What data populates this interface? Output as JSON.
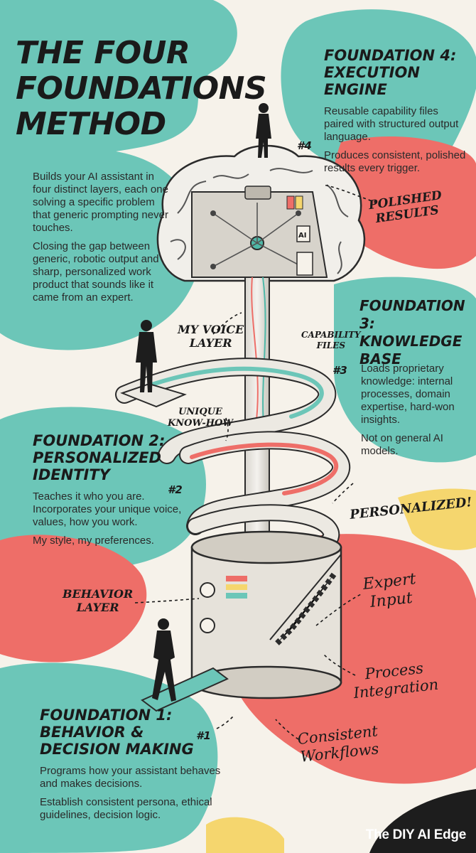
{
  "title": {
    "line1": "THE FOUR",
    "line2": "FOUNDATIONS",
    "line3": "METHOD"
  },
  "intro": {
    "p1": "Builds your AI assistant in four distinct layers, each one solving a specific problem that generic prompting never touches.",
    "p2": "Closing the gap between generic, robotic output and sharp, personalized work product that sounds like it came from an expert."
  },
  "foundation4": {
    "heading_line1": "FOUNDATION 4:",
    "heading_line2": "EXECUTION ENGINE",
    "p1": "Reusable capability files paired with structured output language.",
    "p2": "Produces consistent, polished results every trigger.",
    "badge": "#4"
  },
  "foundation3": {
    "heading_line1": "FOUNDATION 3:",
    "heading_line2": "KNOWLEDGE",
    "heading_line3": "BASE",
    "p1": "Loads proprietary knowledge: internal processes, domain expertise, hard-won insights.",
    "p2": "Not on general AI models.",
    "badge": "#3"
  },
  "foundation2": {
    "heading_line1": "FOUNDATION 2:",
    "heading_line2": "PERSONALIZED",
    "heading_line3": "IDENTITY",
    "p1": "Teaches it who you are. Incorporates your unique voice, values, how you work.",
    "p2": "My style, my preferences.",
    "badge": "#2"
  },
  "foundation1": {
    "heading_line1": "FOUNDATION 1:",
    "heading_line2": "BEHAVIOR &",
    "heading_line3": "DECISION MAKING",
    "p1": "Programs how your assistant behaves and makes decisions.",
    "p2": "Establish consistent persona, ethical guidelines, decision logic.",
    "badge": "#1"
  },
  "annotations": {
    "polished_l1": "POLISHED",
    "polished_l2": "RESULTS",
    "voice_l1": "MY VOICE",
    "voice_l2": "LAYER",
    "capability_l1": "CAPABILITY",
    "capability_l2": "FILES",
    "knowhow_l1": "UNIQUE",
    "knowhow_l2": "KNOW-HOW",
    "personalized": "PERSONALIZED!",
    "behavior_l1": "BEHAVIOR",
    "behavior_l2": "LAYER",
    "expert_l1": "Expert",
    "expert_l2": "Input",
    "process_l1": "Process",
    "process_l2": "Integration",
    "consistent_l1": "Consistent",
    "consistent_l2": "Workflows",
    "chip": "AI"
  },
  "brand": "The DIY AI Edge",
  "colors": {
    "teal": "#6cc6b8",
    "coral": "#ee6e68",
    "yellow": "#f5d66e",
    "ink": "#1a1a1a",
    "cream": "#f6f2ea"
  }
}
